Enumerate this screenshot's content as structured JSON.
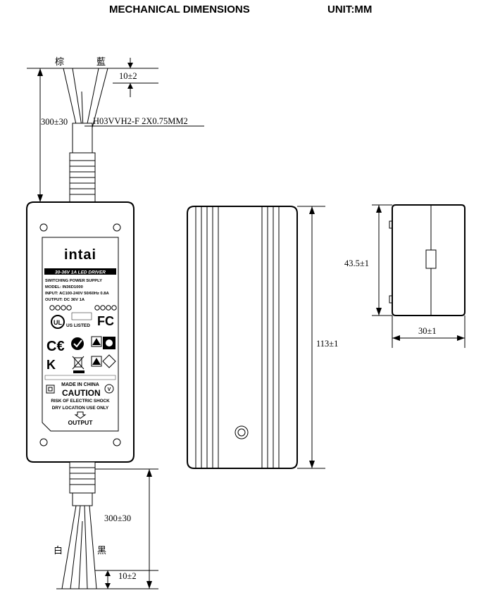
{
  "header": {
    "title": "MECHANICAL DIMENSIONS",
    "unit": "UNIT:MM"
  },
  "top_cable": {
    "wire_left_label": "棕",
    "wire_right_label": "藍",
    "strip_length": "10±2",
    "cable_length": "300±30",
    "cable_spec": "H03VVH2-F 2X0.75MM2"
  },
  "bottom_cable": {
    "wire_left_label": "白",
    "wire_right_label": "黑",
    "cable_length": "300±30",
    "strip_length": "10±2"
  },
  "side_view": {
    "length": "113±1"
  },
  "end_view": {
    "height": "43.5±1",
    "width": "30±1"
  },
  "label": {
    "brand": "intai",
    "product_band": "30-36V 1A LED DRIVER",
    "line1": "SWITCHING POWER SUPPLY",
    "line2": "MODEL: IN36D1000",
    "line3": "INPUT: AC100-240V 50/60Hz 0.8A",
    "line4": "OUTPUT: DC 36V 1A",
    "ul_listed": "US LISTED",
    "fcc": "FC",
    "made_in": "MADE IN CHINA",
    "caution": "CAUTION",
    "risk": "RISK OF ELECTRIC SHOCK",
    "dry": "DRY LOCATION USE ONLY",
    "output": "OUTPUT"
  }
}
